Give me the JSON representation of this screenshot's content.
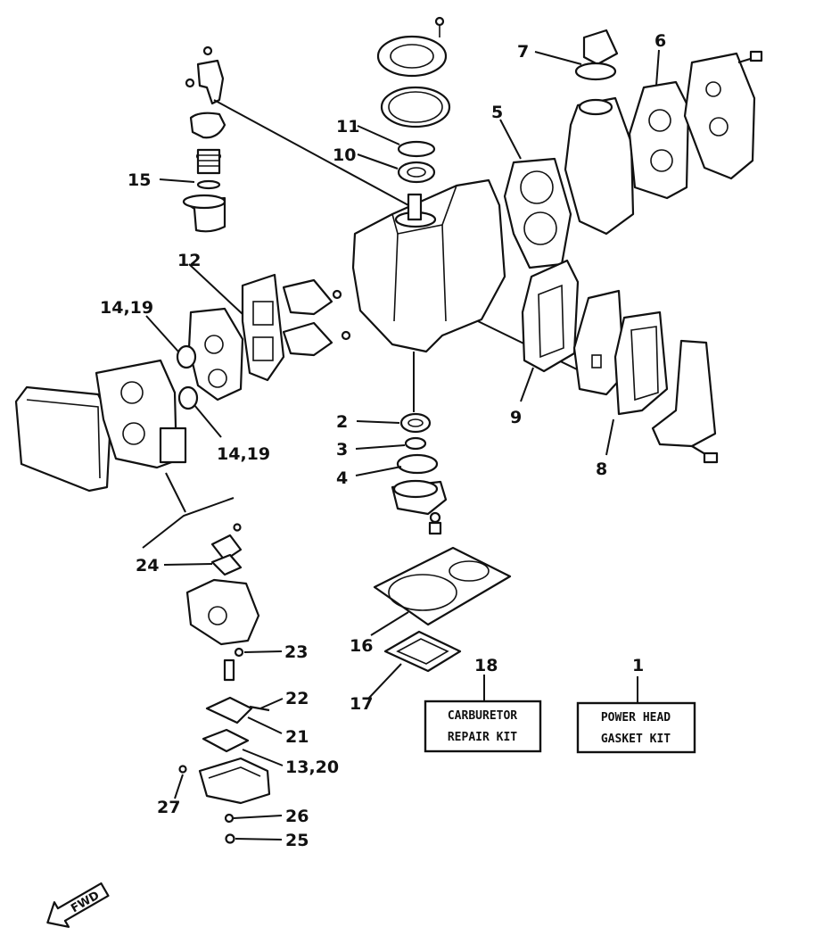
{
  "diagram": {
    "callouts": {
      "c1": "1",
      "c2": "2",
      "c3": "3",
      "c4": "4",
      "c5": "5",
      "c6": "6",
      "c7": "7",
      "c8": "8",
      "c9": "9",
      "c10": "10",
      "c11": "11",
      "c12": "12",
      "c14_19_a": "14,19",
      "c14_19_b": "14,19",
      "c15": "15",
      "c16": "16",
      "c17": "17",
      "c18": "18",
      "c21": "21",
      "c22": "22",
      "c23": "23",
      "c24": "24",
      "c13_20": "13,20",
      "c25": "25",
      "c26": "26",
      "c27": "27"
    },
    "kits": {
      "carburetor": {
        "line1": "CARBURETOR",
        "line2": "REPAIR KIT"
      },
      "power_head": {
        "line1": "POWER HEAD",
        "line2": "GASKET KIT"
      }
    },
    "fwd_label": "FWD"
  }
}
